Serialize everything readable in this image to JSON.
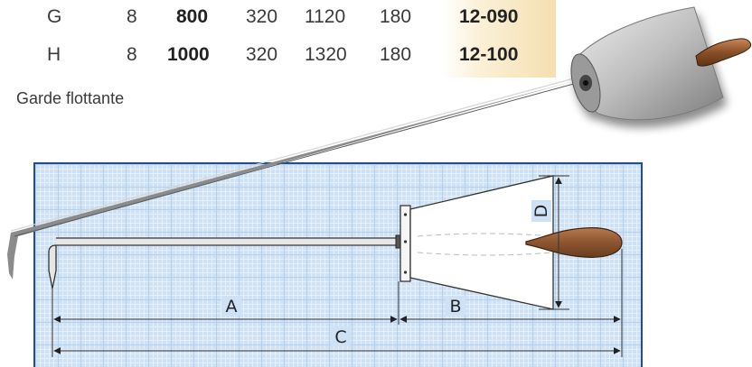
{
  "table": {
    "rows": [
      {
        "letter": "G",
        "n": "8",
        "length": "800",
        "d1": "320",
        "d2": "1120",
        "d3": "180",
        "ref": "12-090"
      },
      {
        "letter": "H",
        "n": "8",
        "length": "1000",
        "d1": "320",
        "d2": "1320",
        "d3": "180",
        "ref": "12-100"
      }
    ]
  },
  "caption": "Garde flottante",
  "dimensions": {
    "a": "A",
    "b": "B",
    "c": "C",
    "d": "D"
  },
  "colors": {
    "grid_border": "#1f4f8e",
    "grid_fill": "#cfe2f5",
    "ref_highlight": "#f4dfb0",
    "handle": "#9a5b2e"
  }
}
